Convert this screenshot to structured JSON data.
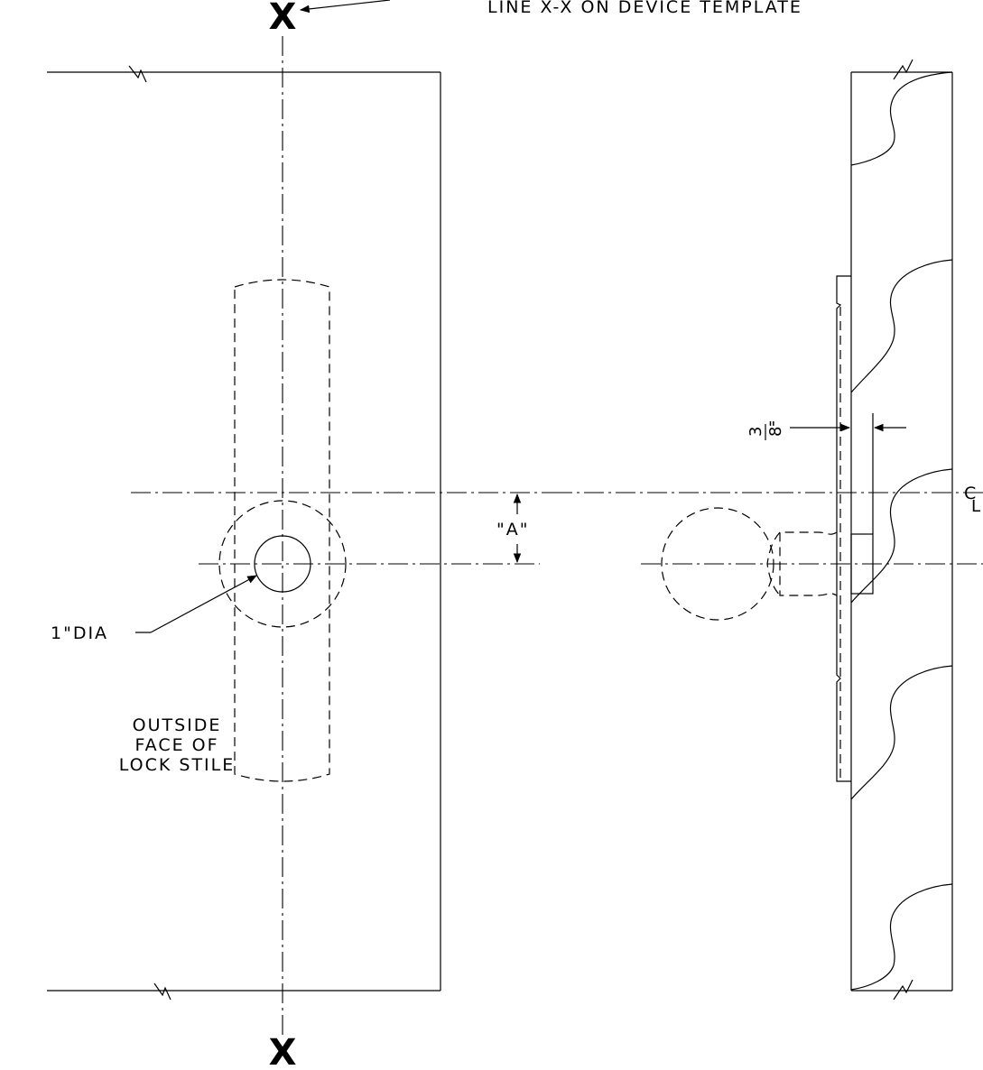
{
  "labels": {
    "section_marker_top": "X",
    "section_marker_bottom": "X",
    "template_note": "LINE X-X ON DEVICE TEMPLATE",
    "diameter": "1\"DIA",
    "dim_a": "\"A\"",
    "frac_num": "3",
    "frac_den": "8",
    "frac_unit": "\"",
    "stile_line1": "OUTSIDE",
    "stile_line2": "FACE OF",
    "stile_line3": "LOCK STILE",
    "centerline_symbol": "C",
    "centerline_symbol_sub": "L"
  }
}
